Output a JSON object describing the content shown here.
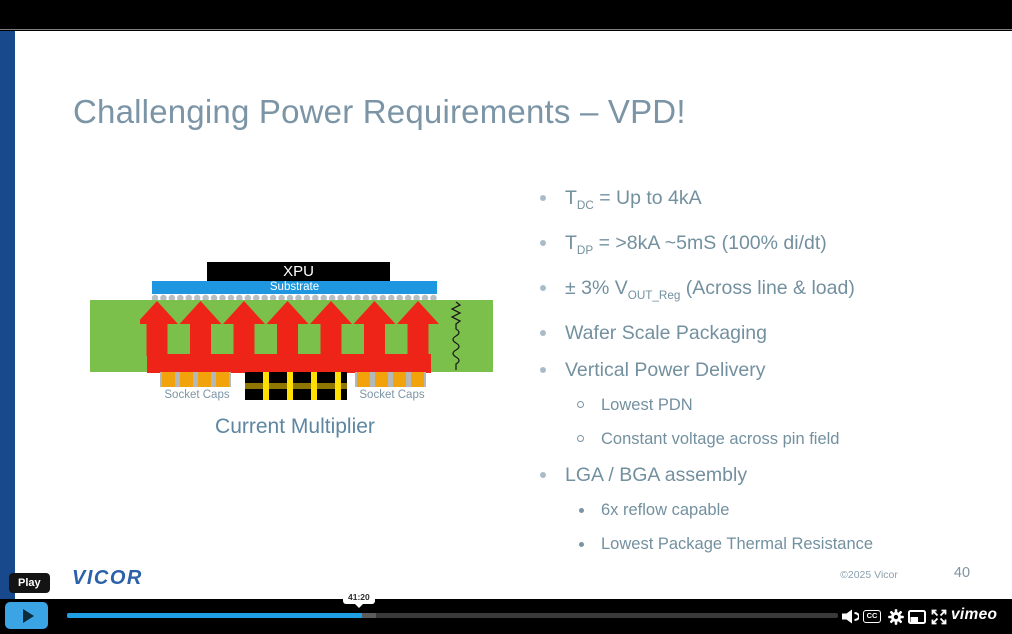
{
  "slide": {
    "title": "Challenging Power Requirements – VPD!",
    "diagram": {
      "xpu_label": "XPU",
      "substrate_label": "Substrate",
      "socket_caps_left_label": "Socket Caps",
      "socket_caps_right_label": "Socket Caps",
      "caption": "Current Multiplier",
      "arrow_count": 7,
      "colors": {
        "board_green": "#7cc04c",
        "arrow_red": "#ee2418",
        "substrate_blue": "#1e97e0",
        "cap_orange": "#f2a30b",
        "stripe_yellow": "#ffe000",
        "accent_stripe_blue": "#17498c"
      }
    },
    "bullets": [
      {
        "level": 1,
        "marker": "dot",
        "segments": [
          {
            "text": "T"
          },
          {
            "sub": "DC"
          },
          {
            "text": " = Up to 4kA"
          }
        ]
      },
      {
        "level": 1,
        "marker": "dot",
        "segments": [
          {
            "text": "T"
          },
          {
            "sub": "DP"
          },
          {
            "text": " = >8kA ~5mS (100% di/dt)"
          }
        ]
      },
      {
        "level": 1,
        "marker": "dot",
        "segments": [
          {
            "text": "± 3% V"
          },
          {
            "sub": "OUT_Reg"
          },
          {
            "text": " (Across line & load)"
          }
        ]
      },
      {
        "level": 1,
        "marker": "dot",
        "segments": [
          {
            "text": "Wafer Scale Packaging"
          }
        ]
      },
      {
        "level": 1,
        "marker": "dot",
        "segments": [
          {
            "text": "Vertical Power Delivery"
          }
        ]
      },
      {
        "level": 2,
        "marker": "circle",
        "segments": [
          {
            "text": "Lowest PDN"
          }
        ]
      },
      {
        "level": 2,
        "marker": "circle",
        "segments": [
          {
            "text": "Constant voltage across pin field"
          }
        ]
      },
      {
        "level": 1,
        "marker": "dot",
        "segments": [
          {
            "text": "LGA / BGA assembly"
          }
        ]
      },
      {
        "level": 2,
        "marker": "dot",
        "segments": [
          {
            "text": "6x reflow capable"
          }
        ]
      },
      {
        "level": 2,
        "marker": "dot",
        "segments": [
          {
            "text": "Lowest Package Thermal Resistance"
          }
        ]
      }
    ],
    "logo_text": "VICOR",
    "copyright": "©2025 Vicor",
    "page_number": "40"
  },
  "player": {
    "play_tooltip": "Play",
    "time_tooltip": "41:20",
    "cc_text": "CC",
    "vimeo_wordmark": "vimeo",
    "progress_fraction": 0.383,
    "accent_color": "#1e9fe4",
    "icons": [
      "play-icon",
      "volume-icon",
      "cc-icon",
      "settings-gear-icon",
      "picture-in-picture-icon",
      "fullscreen-icon",
      "vimeo-logo"
    ]
  }
}
